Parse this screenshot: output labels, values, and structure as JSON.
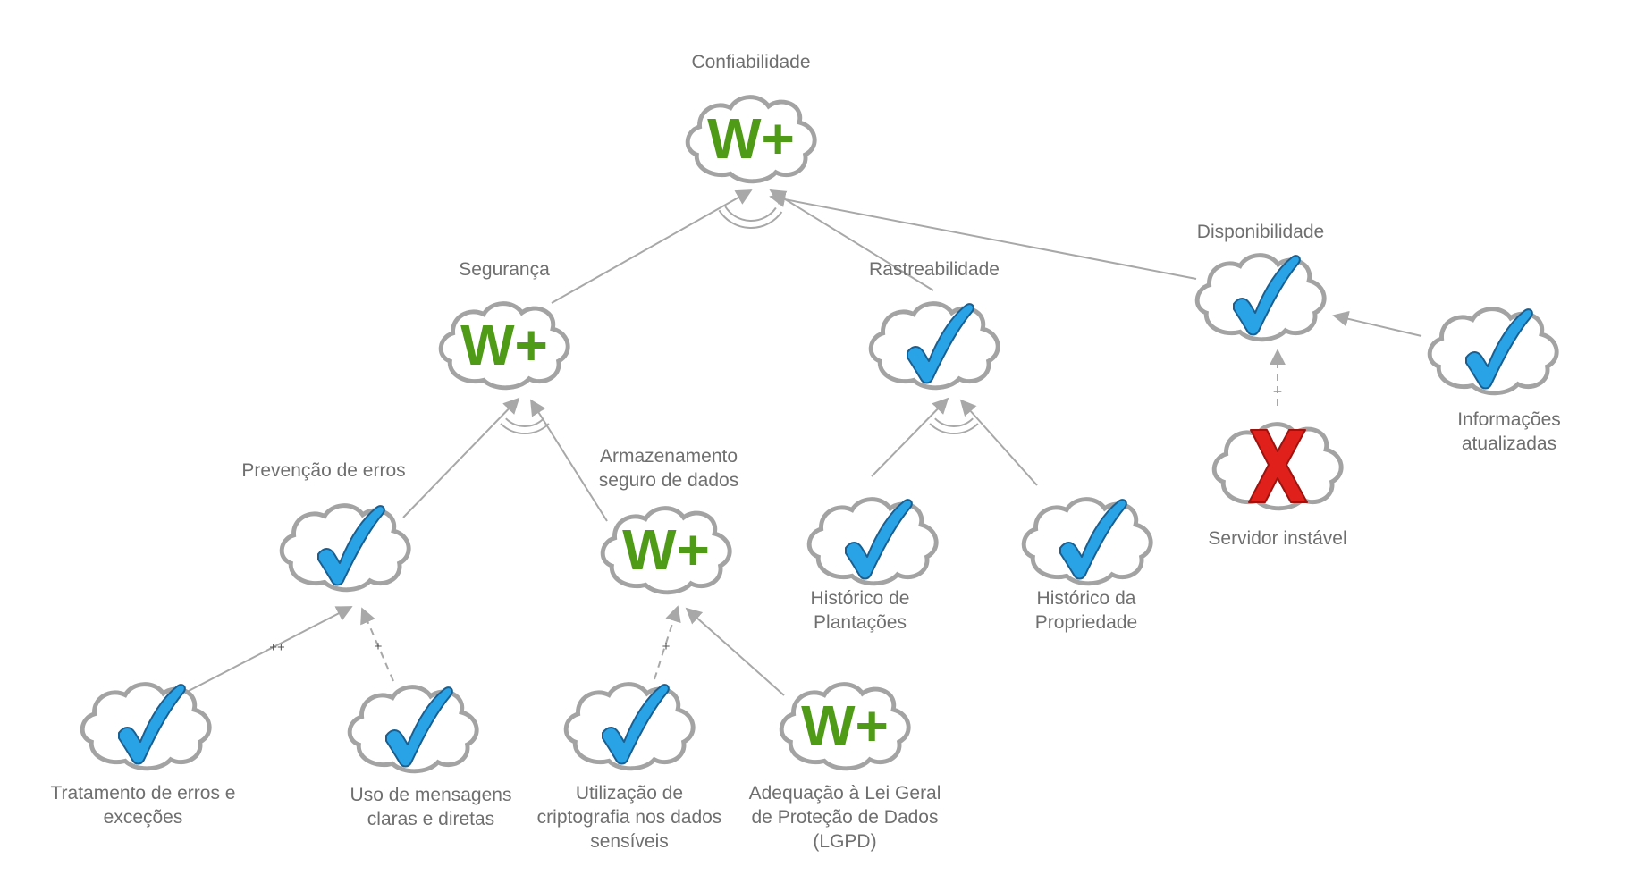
{
  "colors": {
    "edge": "#a8a8a8",
    "cloud_stroke": "#a3a3a3",
    "label": "#6f6f6f",
    "weak_plus": "#4f9a17",
    "check": "#29a3e6",
    "denied": "#e0201a"
  },
  "nodes": [
    {
      "key": "confiabilidade",
      "label": "Confiabilidade",
      "status": "W+",
      "icon": "weak-plus-icon"
    },
    {
      "key": "seguranca",
      "label": "Segurança",
      "status": "W+",
      "icon": "weak-plus-icon"
    },
    {
      "key": "rastreabilidade",
      "label": "Rastreabilidade",
      "status": "satisfied",
      "icon": "checkmark-icon"
    },
    {
      "key": "disponibilidade",
      "label": "Disponibilidade",
      "status": "satisfied",
      "icon": "checkmark-icon"
    },
    {
      "key": "prevencao",
      "label": "Prevenção de erros",
      "status": "satisfied",
      "icon": "checkmark-icon"
    },
    {
      "key": "armazenamento",
      "label": "Armazenamento\nseguro de dados",
      "status": "W+",
      "icon": "weak-plus-icon"
    },
    {
      "key": "hist-plantacoes",
      "label": "Histórico de\nPlantações",
      "status": "satisfied",
      "icon": "checkmark-icon"
    },
    {
      "key": "hist-propriedade",
      "label": "Histórico da\nPropriedade",
      "status": "satisfied",
      "icon": "checkmark-icon"
    },
    {
      "key": "servidor",
      "label": "Servidor instável",
      "status": "denied",
      "icon": "x-icon"
    },
    {
      "key": "informacoes",
      "label": "Informações\natualizadas",
      "status": "satisfied",
      "icon": "checkmark-icon"
    },
    {
      "key": "tratamento",
      "label": "Tratamento de erros e\nexceções",
      "status": "satisfied",
      "icon": "checkmark-icon"
    },
    {
      "key": "mensagens",
      "label": "Uso de mensagens\nclaras e diretas",
      "status": "satisfied",
      "icon": "checkmark-icon"
    },
    {
      "key": "criptografia",
      "label": "Utilização de\ncriptografia nos dados\nsensíveis",
      "status": "satisfied",
      "icon": "checkmark-icon"
    },
    {
      "key": "lgpd",
      "label": "Adequação à Lei Geral\nde Proteção de Dados\n(LGPD)",
      "status": "W+",
      "icon": "weak-plus-icon"
    }
  ],
  "edges": [
    {
      "from": "seguranca",
      "to": "confiabilidade",
      "type": "and"
    },
    {
      "from": "rastreabilidade",
      "to": "confiabilidade",
      "type": "and"
    },
    {
      "from": "disponibilidade",
      "to": "confiabilidade",
      "type": "and"
    },
    {
      "from": "prevencao",
      "to": "seguranca",
      "type": "and"
    },
    {
      "from": "armazenamento",
      "to": "seguranca",
      "type": "and"
    },
    {
      "from": "hist-plantacoes",
      "to": "rastreabilidade",
      "type": "and"
    },
    {
      "from": "hist-propriedade",
      "to": "rastreabilidade",
      "type": "and"
    },
    {
      "from": "informacoes",
      "to": "disponibilidade",
      "type": "contribution"
    },
    {
      "from": "servidor",
      "to": "disponibilidade",
      "type": "contribution",
      "label": "--"
    },
    {
      "from": "tratamento",
      "to": "prevencao",
      "type": "contribution",
      "label": "++"
    },
    {
      "from": "mensagens",
      "to": "prevencao",
      "type": "contribution",
      "label": "+"
    },
    {
      "from": "criptografia",
      "to": "armazenamento",
      "type": "contribution",
      "label": "+"
    },
    {
      "from": "lgpd",
      "to": "armazenamento",
      "type": "contribution"
    }
  ]
}
